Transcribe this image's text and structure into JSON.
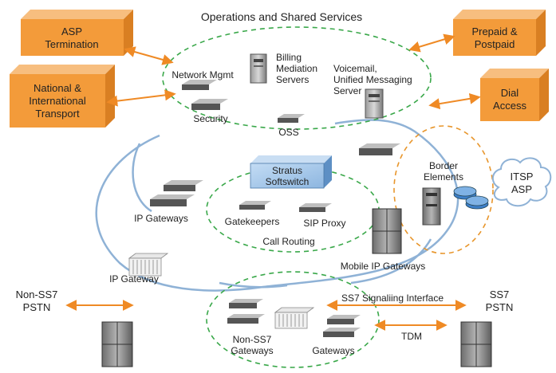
{
  "title": "Operations and Shared Services",
  "boxes": {
    "asp_termination": [
      "ASP",
      "Termination"
    ],
    "national_transport": [
      "National &",
      "International",
      "Transport"
    ],
    "prepaid_postpaid": [
      "Prepaid &",
      "Postpaid"
    ],
    "dial_access": [
      "Dial",
      "Access"
    ]
  },
  "ops_labels": {
    "network_mgmt": "Network Mgmt",
    "security": "Security",
    "billing": [
      "Billing",
      "Mediation",
      "Servers"
    ],
    "voicemail": [
      "Voicemail,",
      "Unified Messaging",
      "Server"
    ],
    "oss": "OSS"
  },
  "softswitch": [
    "Stratus",
    "Softswitch"
  ],
  "core_labels": {
    "gatekeepers": "Gatekeepers",
    "sip_proxy": "SIP Proxy",
    "call_routing": "Call Routing",
    "ip_gateways": "IP Gateways",
    "ip_gateway": "IP Gateway",
    "mobile_ip_gateways": "Mobile IP Gateways"
  },
  "border": {
    "label": [
      "Border",
      "Elements"
    ],
    "itsp": [
      "ITSP",
      "ASP"
    ]
  },
  "pstn": {
    "non_ss7": [
      "Non-SS7",
      "PSTN"
    ],
    "ss7": [
      "SS7",
      "PSTN"
    ],
    "non_ss7_gateways": [
      "Non-SS7",
      "Gateways"
    ],
    "gateways": "Gateways",
    "ss7_interface": "SS7 Signaliing Interface",
    "tdm": "TDM"
  },
  "colors": {
    "box_orange": "#f39b3a",
    "arrow_orange": "#ef8a25",
    "ring_green": "#3aa84a",
    "ring_orange": "#e8962c",
    "link_blue": "#8fb2d6",
    "softswitch_blue": "#9fc4ea"
  }
}
